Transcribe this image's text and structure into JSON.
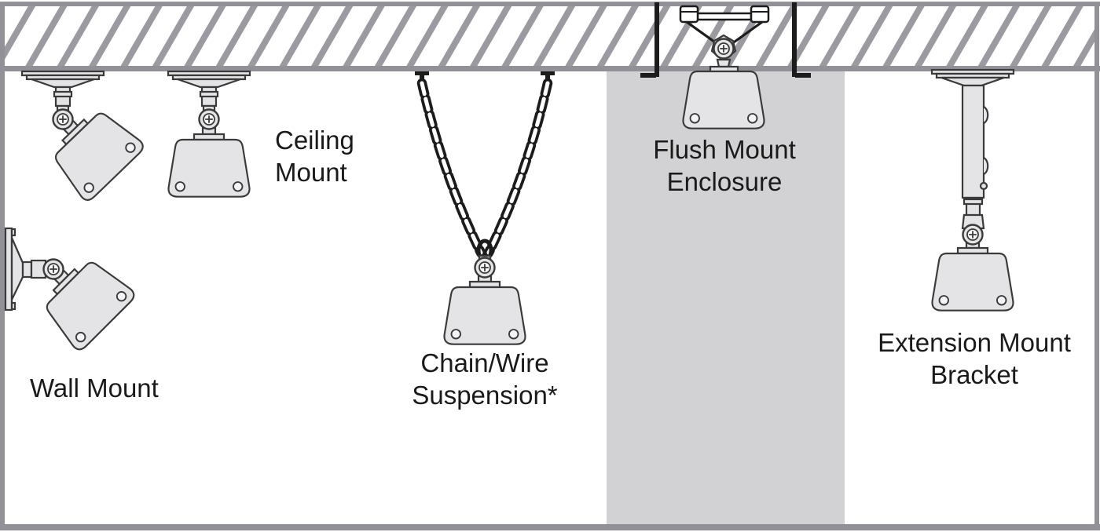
{
  "figure": {
    "type": "speaker-mounting-options-diagram",
    "mounts": [
      {
        "id": "wall-mount",
        "lines": [
          "Wall Mount"
        ]
      },
      {
        "id": "ceiling-mount",
        "lines": [
          "Ceiling",
          "Mount"
        ]
      },
      {
        "id": "chain-wire-suspension",
        "lines": [
          "Chain/Wire",
          "Suspension*"
        ]
      },
      {
        "id": "flush-mount-enclosure",
        "lines": [
          "Flush Mount",
          "Enclosure"
        ]
      },
      {
        "id": "extension-mount-bracket",
        "lines": [
          "Extension Mount",
          "Bracket"
        ]
      }
    ],
    "colors": {
      "outline": "#3a3a3a",
      "fixture_fill": "#e4e4e6",
      "ceiling_hatch": "#9a9aa0",
      "frame_gray": "#919197",
      "recess_gray": "#d2d2d4",
      "chain_black": "#1c1c1c",
      "text": "#1a1a1a",
      "background": "#ffffff"
    }
  }
}
